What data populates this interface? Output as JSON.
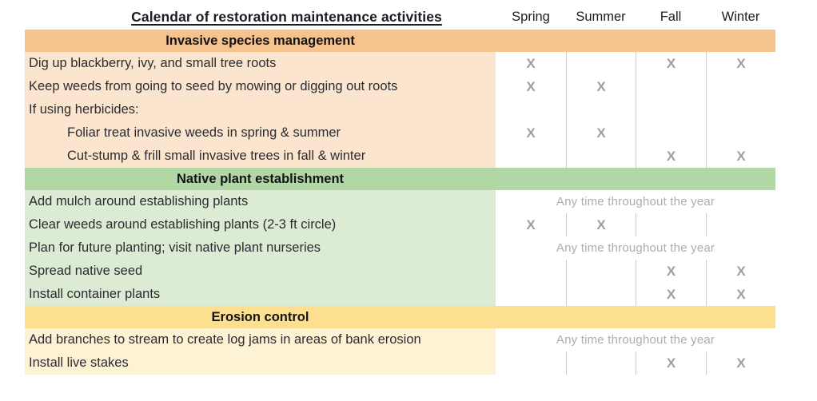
{
  "title": "Calendar of restoration maintenance activities",
  "seasons": [
    "Spring",
    "Summer",
    "Fall",
    "Winter"
  ],
  "anytime_text": "Any time throughout the year",
  "mark_glyph": "X",
  "colors": {
    "invasive_band": "#f6c28e",
    "invasive_row": "#fce5ce",
    "native_band": "#b1d7a4",
    "native_row": "#dcecd4",
    "erosion_band": "#fce08f",
    "erosion_row": "#fdf3d4",
    "divider": "#c9cbcd",
    "mark": "#9ca0a4",
    "anytime": "#abadaf",
    "text": "#2b2b31"
  },
  "sections": [
    {
      "name": "Invasive species management",
      "theme": "invasive",
      "rows": [
        {
          "label": "Dig up blackberry, ivy, and small tree roots",
          "indent": false,
          "type": "seasons",
          "marks": [
            true,
            false,
            true,
            true
          ]
        },
        {
          "label": "Keep weeds from going to seed by mowing or digging out roots",
          "indent": false,
          "type": "seasons",
          "marks": [
            true,
            true,
            false,
            false
          ]
        },
        {
          "label": "If using herbicides:",
          "indent": false,
          "type": "seasons",
          "marks": [
            false,
            false,
            false,
            false
          ]
        },
        {
          "label": "Foliar treat invasive weeds in spring & summer",
          "indent": true,
          "type": "seasons",
          "marks": [
            true,
            true,
            false,
            false
          ]
        },
        {
          "label": "Cut-stump & frill small invasive trees in fall & winter",
          "indent": true,
          "type": "seasons",
          "marks": [
            false,
            false,
            true,
            true
          ]
        }
      ]
    },
    {
      "name": "Native plant establishment",
      "theme": "native",
      "rows": [
        {
          "label": "Add mulch around establishing plants",
          "indent": false,
          "type": "anytime"
        },
        {
          "label": "Clear weeds around establishing plants (2-3 ft circle)",
          "indent": false,
          "type": "seasons",
          "marks": [
            true,
            true,
            false,
            false
          ]
        },
        {
          "label": "Plan for future planting; visit native plant nurseries",
          "indent": false,
          "type": "anytime"
        },
        {
          "label": "Spread native seed",
          "indent": false,
          "type": "seasons",
          "marks": [
            false,
            false,
            true,
            true
          ]
        },
        {
          "label": "Install container plants",
          "indent": false,
          "type": "seasons",
          "marks": [
            false,
            false,
            true,
            true
          ]
        }
      ]
    },
    {
      "name": "Erosion control",
      "theme": "erosion",
      "rows": [
        {
          "label": "Add branches to stream to create log jams in areas of bank erosion",
          "indent": false,
          "type": "anytime"
        },
        {
          "label": "Install live stakes",
          "indent": false,
          "type": "seasons",
          "marks": [
            false,
            false,
            true,
            true
          ]
        }
      ]
    }
  ]
}
